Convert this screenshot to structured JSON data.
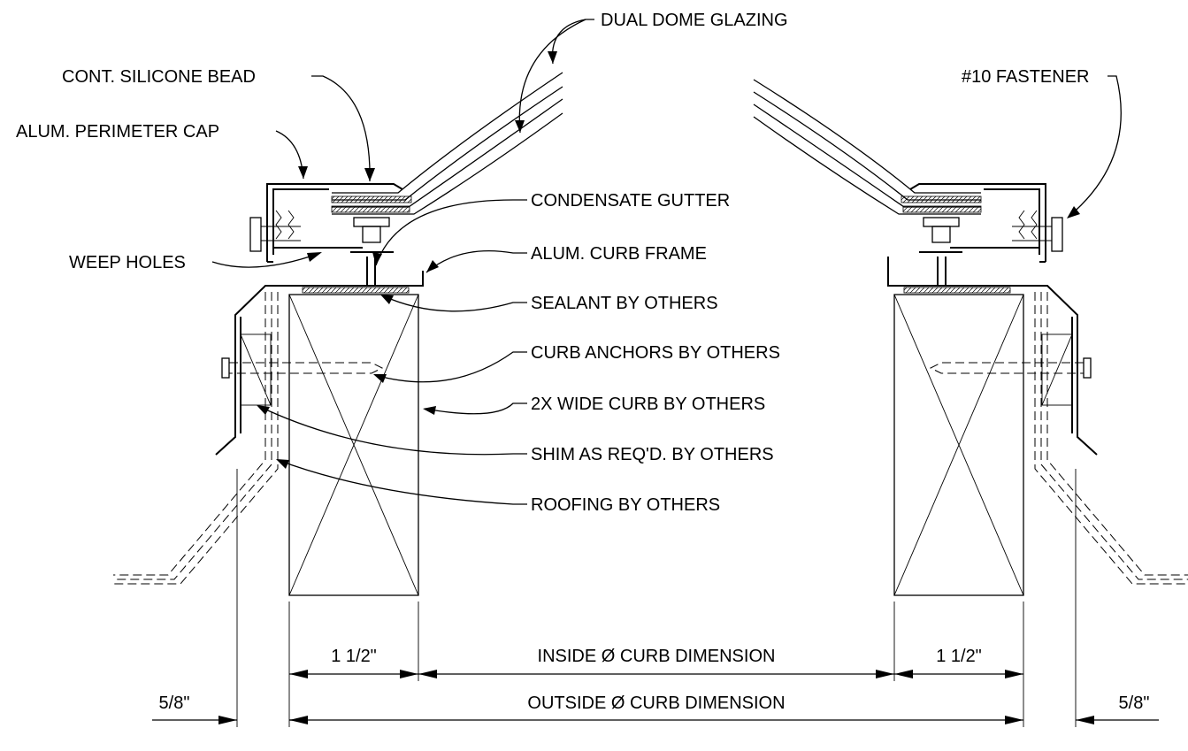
{
  "labels": {
    "dual_dome_glazing": "DUAL DOME GLAZING",
    "cont_silicone_bead": "CONT. SILICONE BEAD",
    "alum_perimeter_cap": "ALUM. PERIMETER CAP",
    "fastener_10": "#10 FASTENER",
    "condensate_gutter": "CONDENSATE GUTTER",
    "alum_curb_frame": "ALUM. CURB FRAME",
    "weep_holes": "WEEP HOLES",
    "sealant_by_others": "SEALANT BY OTHERS",
    "curb_anchors_by_others": "CURB ANCHORS BY OTHERS",
    "curb_2x_wide_by_others": "2X WIDE CURB BY OTHERS",
    "shim_as_reqd_by_others": "SHIM AS REQ'D. BY OTHERS",
    "roofing_by_others": "ROOFING BY OTHERS"
  },
  "dimensions": {
    "curb_width_left": "1 1/2\"",
    "inside_curb_dimension": "INSIDE Ø CURB DIMENSION",
    "curb_width_right": "1 1/2\"",
    "offset_left": "5/8\"",
    "outside_curb_dimension": "OUTSIDE Ø CURB DIMENSION",
    "offset_right": "5/8\""
  }
}
